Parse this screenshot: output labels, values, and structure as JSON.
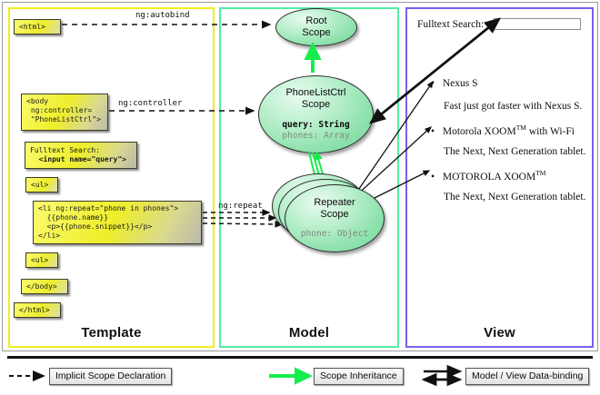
{
  "panels": {
    "template": {
      "label": "Template",
      "border_color": "#f2ee1d"
    },
    "model": {
      "label": "Model",
      "border_color": "#55eba6"
    },
    "view": {
      "label": "View",
      "border_color": "#7b5fe8"
    }
  },
  "template_boxes": [
    {
      "name": "html-open",
      "text": "<html>"
    },
    {
      "name": "body-open",
      "text": "<body\n ng:controller=\n \"PhoneListCtrl\">"
    },
    {
      "name": "fulltext-search",
      "text_plain": "Fulltext Search:",
      "text_bold": "<input name=\"query\">"
    },
    {
      "name": "ul-open",
      "text": "<ul>"
    },
    {
      "name": "li-repeat",
      "text": "<li ng:repeat=\"phone in phones\">\n  {{phone.name}}\n  <p>{{phone.snippet}}</p>\n</li>"
    },
    {
      "name": "ul-close",
      "text": "<ul>"
    },
    {
      "name": "body-close",
      "text": "</body>"
    },
    {
      "name": "html-close",
      "text": "</html>"
    }
  ],
  "connectors": [
    {
      "name": "ng-autobind",
      "label": "ng:autobind"
    },
    {
      "name": "ng-controller",
      "label": "ng:controller"
    },
    {
      "name": "ng-repeat",
      "label": "ng:repeat"
    }
  ],
  "model_scopes": [
    {
      "name": "root-scope",
      "title_line1": "Root",
      "title_line2": "Scope",
      "props": []
    },
    {
      "name": "phonelistctrl-scope",
      "title_line1": "PhoneListCtrl",
      "title_line2": "Scope",
      "props": [
        {
          "text": "query: String",
          "emphasis": "strong"
        },
        {
          "text": "phones: Array",
          "emphasis": "dim"
        }
      ]
    },
    {
      "name": "repeater-scope",
      "title_line1": "Repeater",
      "title_line2": "Scope",
      "props": [
        {
          "text": "phone: Object",
          "emphasis": "dim"
        }
      ]
    }
  ],
  "view": {
    "search_label": "Fulltext Search:",
    "search_value": "",
    "search_placeholder": "",
    "items": [
      {
        "name": "Nexus S",
        "tm": false,
        "snippet": "Fast just got faster with Nexus S."
      },
      {
        "name": "Motorola XOOM",
        "tm": true,
        "suffix": " with Wi-Fi",
        "snippet": "The Next, Next Generation tablet."
      },
      {
        "name": "MOTOROLA XOOM",
        "tm": true,
        "suffix": "",
        "snippet": "The Next, Next Generation tablet."
      }
    ]
  },
  "legend": [
    {
      "name": "implicit-scope-declaration",
      "label": "Implicit Scope Declaration",
      "arrow": "dashed-black"
    },
    {
      "name": "scope-inheritance",
      "label": "Scope Inheritance",
      "arrow": "solid-green"
    },
    {
      "name": "model-view-data-binding",
      "label": "Model / View Data-binding",
      "arrow": "double-black"
    }
  ],
  "colors": {
    "template_border": "#f2ee1d",
    "model_border": "#55eba6",
    "view_border": "#7b5fe8",
    "scope_green": "#8fe2ae",
    "inherit_arrow": "#16ec4e",
    "code_yellow": "#eeee2a"
  }
}
